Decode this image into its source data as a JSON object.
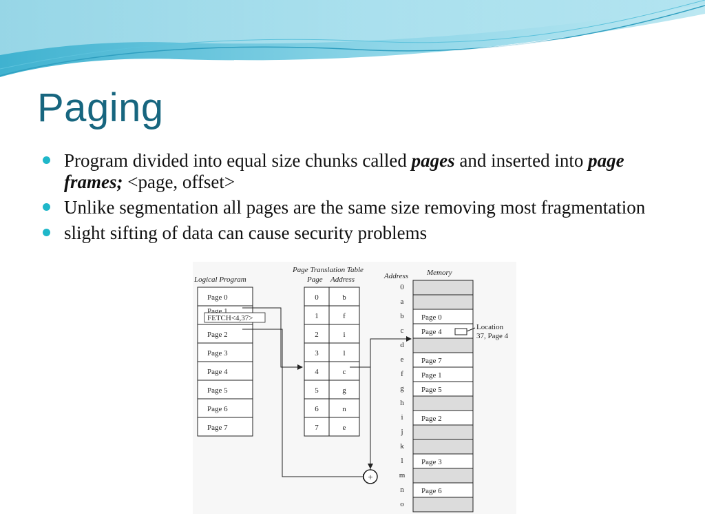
{
  "slide": {
    "title": "Paging",
    "bullets": [
      {
        "parts": [
          {
            "text": "Program divided into equal size chunks called ",
            "em": false
          },
          {
            "text": "pages",
            "em": true
          },
          {
            "text": " and inserted into ",
            "em": false
          },
          {
            "text": "page frames;",
            "em": true
          },
          {
            "text": " <page, offset>",
            "em": false
          }
        ]
      },
      {
        "parts": [
          {
            "text": "Unlike segmentation all pages are the same size removing most fragmentation",
            "em": false
          }
        ]
      },
      {
        "parts": [
          {
            "text": " slight sifting of data can cause security problems",
            "em": false
          }
        ]
      }
    ]
  },
  "colors": {
    "title": "#17667f",
    "bullet": "#1fb7c9",
    "banner_dark": "#3fb2d0",
    "banner_light": "#bde8f2"
  },
  "diagram": {
    "logical_program": {
      "label": "Logical Program",
      "rows": [
        "Page 0",
        "Page 1",
        "Page 2",
        "Page 3",
        "Page 4",
        "Page 5",
        "Page 6",
        "Page 7"
      ],
      "fetch_instruction": "FETCH<4,37>"
    },
    "translation_table": {
      "label": "Page Translation Table",
      "col_page": "Page",
      "col_address": "Address",
      "rows": [
        {
          "page": "0",
          "address": "b"
        },
        {
          "page": "1",
          "address": "f"
        },
        {
          "page": "2",
          "address": "i"
        },
        {
          "page": "3",
          "address": "l"
        },
        {
          "page": "4",
          "address": "c"
        },
        {
          "page": "5",
          "address": "g"
        },
        {
          "page": "6",
          "address": "n"
        },
        {
          "page": "7",
          "address": "e"
        }
      ]
    },
    "memory": {
      "address_label": "Address",
      "memory_label": "Memory",
      "addresses": [
        "0",
        "a",
        "b",
        "c",
        "d",
        "e",
        "f",
        "g",
        "h",
        "i",
        "j",
        "k",
        "l",
        "m",
        "n",
        "o"
      ],
      "frames": [
        "",
        "",
        "Page 0",
        "Page 4",
        "",
        "Page 7",
        "Page 1",
        "Page 5",
        "",
        "Page 2",
        "",
        "",
        "Page 3",
        "",
        "Page 6",
        ""
      ]
    },
    "location_label": [
      "Location",
      "37, Page 4"
    ],
    "adder_symbol": "+"
  }
}
